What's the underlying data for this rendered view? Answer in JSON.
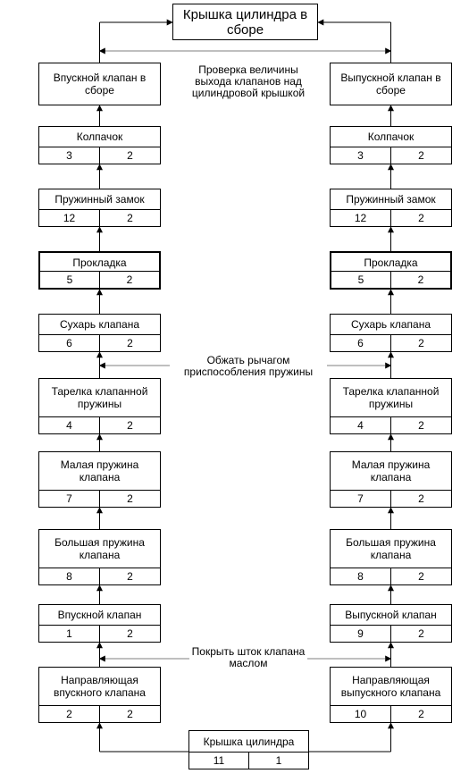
{
  "diagram": {
    "top": {
      "title": "Крышка цилиндра в сборе"
    },
    "bottom": {
      "title": "Крышка цилиндра",
      "a": "11",
      "b": "1"
    },
    "left": [
      {
        "title": "Впускной клапан в сборе"
      },
      {
        "title": "Колпачок",
        "a": "3",
        "b": "2"
      },
      {
        "title": "Пружинный замок",
        "a": "12",
        "b": "2"
      },
      {
        "title": "Прокладка",
        "a": "5",
        "b": "2"
      },
      {
        "title": "Сухарь клапана",
        "a": "6",
        "b": "2"
      },
      {
        "title": "Тарелка клапанной пружины",
        "a": "4",
        "b": "2"
      },
      {
        "title": "Малая пружина клапана",
        "a": "7",
        "b": "2"
      },
      {
        "title": "Большая пружина клапана",
        "a": "8",
        "b": "2"
      },
      {
        "title": "Впускной клапан",
        "a": "1",
        "b": "2"
      },
      {
        "title": "Направляющая впускного клапана",
        "a": "2",
        "b": "2"
      }
    ],
    "right": [
      {
        "title": "Выпускной клапан в сборе"
      },
      {
        "title": "Колпачок",
        "a": "3",
        "b": "2"
      },
      {
        "title": "Пружинный замок",
        "a": "12",
        "b": "2"
      },
      {
        "title": "Прокладка",
        "a": "5",
        "b": "2"
      },
      {
        "title": "Сухарь клапана",
        "a": "6",
        "b": "2"
      },
      {
        "title": "Тарелка клапанной пружины",
        "a": "4",
        "b": "2"
      },
      {
        "title": "Малая пружина клапана",
        "a": "7",
        "b": "2"
      },
      {
        "title": "Большая пружина клапана",
        "a": "8",
        "b": "2"
      },
      {
        "title": "Выпускной клапан",
        "a": "9",
        "b": "2"
      },
      {
        "title": "Направляющая выпускного клапана",
        "a": "10",
        "b": "2"
      }
    ],
    "notes": {
      "check": "Проверка величины выхода клапанов над цилиндровой крышкой",
      "compress": "Обжать рычагом приспособления пружины",
      "oil": "Покрыть шток клапана маслом"
    }
  }
}
